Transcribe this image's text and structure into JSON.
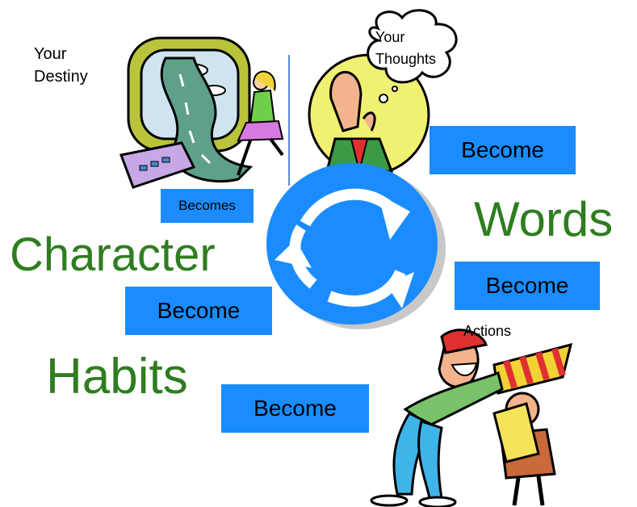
{
  "labels": {
    "your_destiny": "Your Destiny",
    "your_thoughts": "Your Thoughts",
    "becomes": "Becomes",
    "become_1": "Become",
    "words": "Words",
    "become_2": "Become",
    "actions": "Actions",
    "character": "Character",
    "become_3": "Become",
    "habits": "Habits",
    "become_4": "Become"
  },
  "colors": {
    "box_blue": "#1a8cff",
    "word_green": "#2e7d1f",
    "cycle_blue": "#1a8cff"
  },
  "icons": [
    "travel-road-monitor-clipart",
    "thinking-man-clipart",
    "cycle-arrows-icon",
    "laughing-men-take-sign-clipart"
  ]
}
